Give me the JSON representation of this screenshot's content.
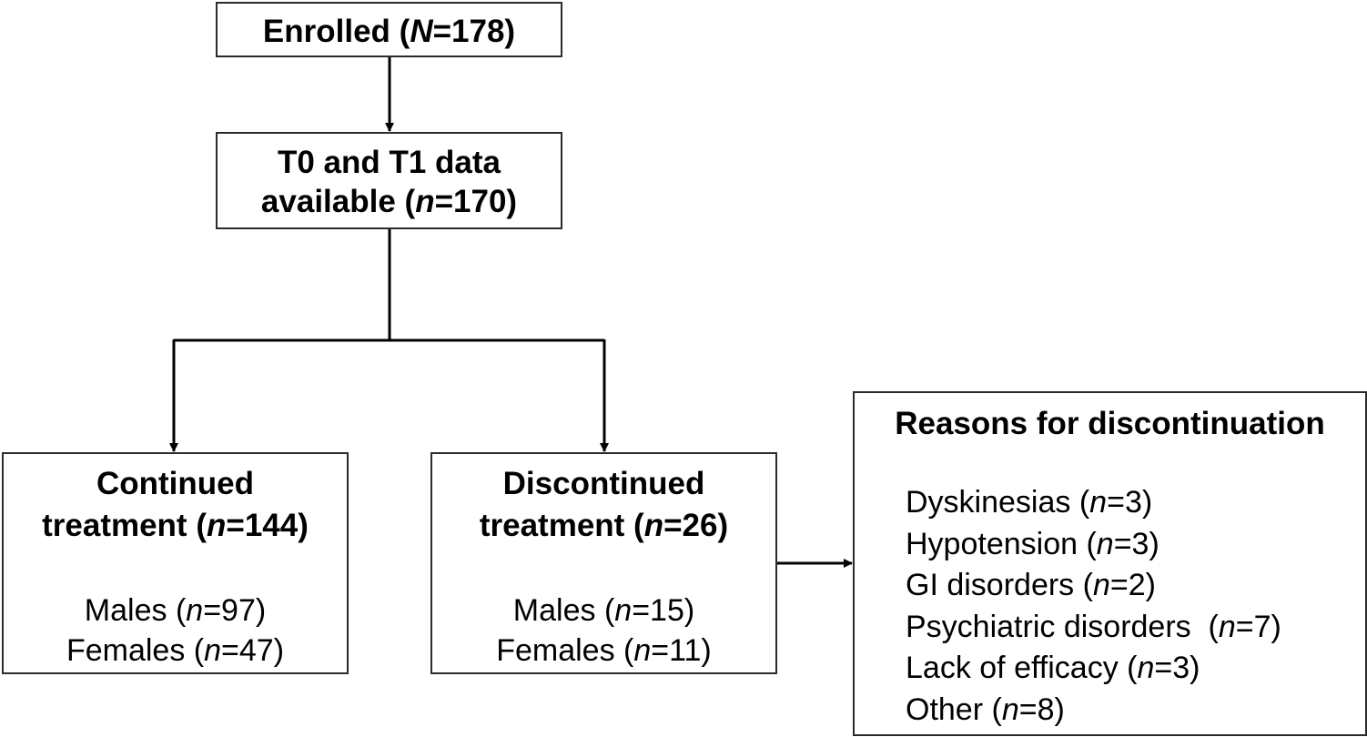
{
  "enrolled": {
    "label_pre": "Enrolled (",
    "label_var": "N",
    "label_post": "=178)"
  },
  "t0t1": {
    "line1": "T0 and T1 data",
    "line2_pre": "available (",
    "line2_var": "n",
    "line2_post": "=170)"
  },
  "continued": {
    "line1": "Continued",
    "line2_pre": "treatment (",
    "line2_var": "n",
    "line2_post": "=144)",
    "males_pre": "Males (",
    "males_var": "n",
    "males_post": "=97)",
    "females_pre": "Females (",
    "females_var": "n",
    "females_post": "=47)"
  },
  "discontinued": {
    "line1": "Discontinued",
    "line2_pre": "treatment (",
    "line2_var": "n",
    "line2_post": "=26)",
    "males_pre": "Males (",
    "males_var": "n",
    "males_post": "=15)",
    "females_pre": "Females (",
    "females_var": "n",
    "females_post": "=11)"
  },
  "reasons": {
    "title": "Reasons for discontinuation",
    "items": [
      {
        "pre": "Dyskinesias (",
        "var": "n",
        "post": "=3)"
      },
      {
        "pre": "Hypotension (",
        "var": "n",
        "post": "=3)"
      },
      {
        "pre": "GI disorders (",
        "var": "n",
        "post": "=2)"
      },
      {
        "pre": "Psychiatric disorders  (",
        "var": "n",
        "post": "=7)"
      },
      {
        "pre": "Lack of efficacy (",
        "var": "n",
        "post": "=3)"
      },
      {
        "pre": "Other (",
        "var": "n",
        "post": "=8)"
      }
    ]
  },
  "colors": {
    "line": "#000000",
    "border": "#2b2b2b",
    "background": "#ffffff"
  }
}
